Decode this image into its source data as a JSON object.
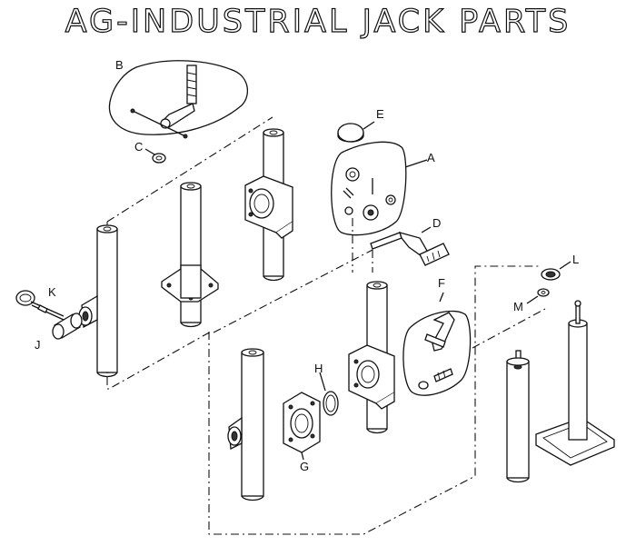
{
  "title": "AG-INDUSTRIAL JACK PARTS",
  "labels": {
    "a": "A",
    "b": "B",
    "c": "C",
    "d": "D",
    "e": "E",
    "f": "F",
    "g": "G",
    "h": "H",
    "j": "J",
    "k": "K",
    "l": "L",
    "m": "M"
  }
}
